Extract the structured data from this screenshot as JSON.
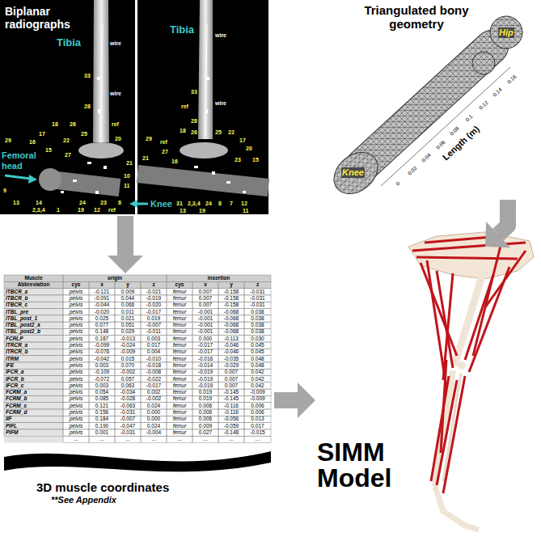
{
  "diagram": {
    "nodes": [
      {
        "text": [
          "Biplanar radiographs",
          "Tibia",
          "Femoral head"
        ]
      },
      {
        "text": [
          "Tibia",
          "Knee"
        ]
      },
      {
        "text": [
          "Triangulated bony geometry"
        ]
      },
      {
        "text": [
          "3D muscle coordinates",
          "**See Appendix"
        ]
      },
      {
        "text": [
          "SIMM Model"
        ]
      }
    ],
    "edges": [
      {
        "from": 0,
        "to": 3,
        "arrow": "to"
      },
      {
        "from": 3,
        "to": 4,
        "arrow": "to"
      },
      {
        "from": 2,
        "to": 4,
        "arrow": "to"
      }
    ],
    "labels": [
      "wire",
      "33",
      "wire",
      "28",
      "18",
      "26",
      "ref",
      "17",
      "25",
      "16",
      "22",
      "20",
      "15",
      "27",
      "29",
      "21",
      "10",
      "11",
      "9",
      "13",
      "14",
      "24",
      "23",
      "8",
      "2,3,4",
      "1",
      "19",
      "12",
      "ref",
      "wire",
      "ref",
      "33",
      "wire",
      "28",
      "18",
      "26",
      "25",
      "22",
      "17",
      "29",
      "ref",
      "20",
      "23",
      "27",
      "16",
      "21",
      "15",
      "31",
      "2,3,4",
      "24",
      "8",
      "7",
      "12",
      "13",
      "19",
      "11",
      "Hip",
      "Knee",
      "Length (m)",
      "0",
      "0.02",
      "0.04",
      "0.06",
      "0.08",
      "0.1",
      "0.12",
      "0.14",
      "0.16",
      "Muscle",
      "origin",
      "insertion",
      "Abbreviation",
      "cys",
      "x",
      "y",
      "z",
      "cys",
      "x",
      "y",
      "z",
      "ITBCR_a",
      "pelvis",
      "-0.121",
      "0.009",
      "-0.021",
      "femur",
      "0.007",
      "-0.158",
      "-0.031",
      "ITBCR_b",
      "pelvis",
      "-0.091",
      "0.044",
      "-0.019",
      "femur",
      "0.007",
      "-0.158",
      "-0.031",
      "ITBCR_c",
      "pelvis",
      "-0.044",
      "0.066",
      "-0.020",
      "femur",
      "0.007",
      "-0.158",
      "-0.031",
      "ITBL_pre",
      "pelvis",
      "-0.020",
      "0.011",
      "-0.017",
      "femur",
      "-0.001",
      "-0.068",
      "0.038",
      "ITBL_post_1",
      "pelvis",
      "0.025",
      "0.021",
      "0.019",
      "femur",
      "-0.001",
      "-0.068",
      "0.038",
      "ITBL_post2_a",
      "pelvis",
      "0.077",
      "0.051",
      "-0.007",
      "femur",
      "-0.001",
      "-0.068",
      "0.038",
      "ITBL_post2_b",
      "pelvis",
      "0.148",
      "0.029",
      "-0.011",
      "femur",
      "-0.001",
      "-0.068",
      "0.038",
      "FCRLP",
      "pelvis",
      "0.187",
      "-0.013",
      "0.003",
      "femur",
      "0.000",
      "-0.113",
      "0.030",
      "ITRCR_a",
      "pelvis",
      "-0.099",
      "-0.024",
      "0.017",
      "femur",
      "-0.017",
      "-0.046",
      "0.045",
      "ITRCR_b",
      "pelvis",
      "-0.076",
      "-0.009",
      "0.004",
      "femur",
      "-0.017",
      "-0.046",
      "0.045",
      "ITRM",
      "pelvis",
      "-0.042",
      "0.015",
      "-0.010",
      "femur",
      "-0.016",
      "-0.035",
      "0.048",
      "IFE",
      "pelvis",
      "0.003",
      "0.070",
      "-0.018",
      "femur",
      "-0.014",
      "-0.029",
      "0.048",
      "IFCR_a",
      "pelvis",
      "-0.109",
      "-0.002",
      "-0.008",
      "femur",
      "-0.019",
      "0.007",
      "0.042",
      "IFCR_b",
      "pelvis",
      "-0.072",
      "0.057",
      "-0.022",
      "femur",
      "-0.019",
      "0.007",
      "0.042",
      "IFCR_c",
      "pelvis",
      "0.003",
      "0.063",
      "-0.017",
      "femur",
      "-0.019",
      "0.007",
      "0.042",
      "FCRM_a",
      "pelvis",
      "0.054",
      "-0.034",
      "0.002",
      "femur",
      "0.019",
      "-0.145",
      "-0.009",
      "FCRM_b",
      "pelvis",
      "0.085",
      "-0.028",
      "-0.002",
      "femur",
      "0.019",
      "-0.145",
      "-0.009",
      "FCRM_c",
      "pelvis",
      "0.121",
      "-0.063",
      "0.024",
      "femur",
      "0.006",
      "-0.116",
      "0.006",
      "FCRM_d",
      "pelvis",
      "0.156",
      "-0.031",
      "0.000",
      "femur",
      "0.006",
      "-0.116",
      "0.006",
      "IIF",
      "pelvis",
      "0.184",
      "-0.007",
      "0.000",
      "femur",
      "0.006",
      "-0.056",
      "0.013",
      "PIFL",
      "pelvis",
      "0.190",
      "-0.047",
      "0.024",
      "femur",
      "0.009",
      "-0.059",
      "0.017",
      "PIFM",
      "pelvis",
      "0.001",
      "-0.031",
      "-0.004",
      "femur",
      "0.027",
      "-0.148",
      "-0.015",
      "...",
      "...",
      "...",
      "...",
      "...",
      "...",
      "...",
      "..."
    ]
  }
}
